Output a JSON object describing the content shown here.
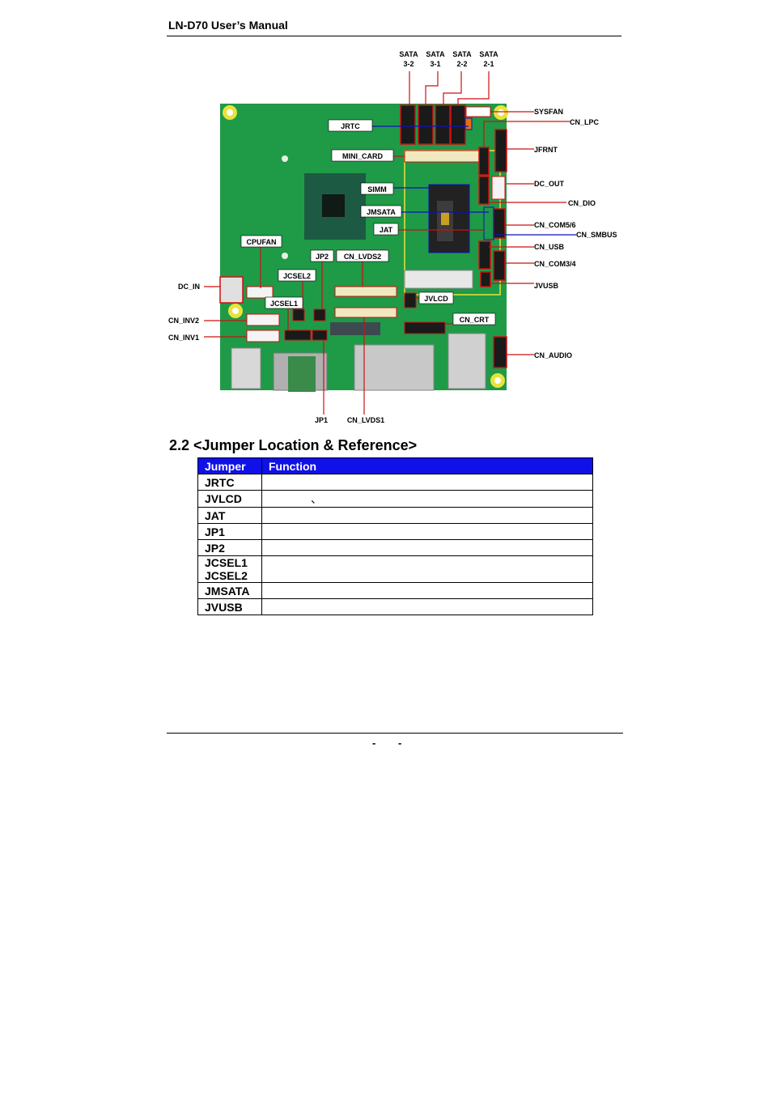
{
  "header": {
    "title": "LN-D70 User’s Manual"
  },
  "figure": {
    "top_labels": [
      {
        "line1": "SATA",
        "line2": "3-2"
      },
      {
        "line1": "SATA",
        "line2": "3-1"
      },
      {
        "line1": "SATA",
        "line2": "2-2"
      },
      {
        "line1": "SATA",
        "line2": "2-1"
      }
    ],
    "callouts": {
      "jrtc": "JRTC",
      "mini_card": "MINI_CARD",
      "simm": "SIMM",
      "jmsata": "JMSATA",
      "jat": "JAT",
      "cpufan": "CPUFAN",
      "jp2": "JP2",
      "cn_lvds2": "CN_LVDS2",
      "jcsel2": "JCSEL2",
      "jcsel1": "JCSEL1",
      "jvlcd": "JVLCD",
      "cn_crt": "CN_CRT",
      "sysfan": "SYSFAN",
      "cn_lpc": "CN_LPC",
      "jfrnt": "JFRNT",
      "dc_out": "DC_OUT",
      "cn_dio": "CN_DIO",
      "cn_com56": "CN_COM5/6",
      "cn_smbus": "CN_SMBUS",
      "cn_usb": "CN_USB",
      "cn_com34": "CN_COM3/4",
      "jvusb": "JVUSB",
      "cn_audio": "CN_AUDIO",
      "dc_in": "DC_IN",
      "cn_inv2": "CN_INV2",
      "cn_inv1": "CN_INV1",
      "jp1": "JP1",
      "cn_lvds1": "CN_LVDS1"
    }
  },
  "section": {
    "title": "2.2 <Jumper Location & Reference>"
  },
  "table": {
    "headers": [
      "Jumper",
      "Function"
    ],
    "rows": [
      {
        "jumper": "JRTC",
        "function": ""
      },
      {
        "jumper": "JVLCD",
        "function": "、"
      },
      {
        "jumper": "JAT",
        "function": ""
      },
      {
        "jumper": "JP1",
        "function": ""
      },
      {
        "jumper": "JP2",
        "function": ""
      },
      {
        "jumper": "JCSEL1",
        "jumper2": "JCSEL2",
        "function": ""
      },
      {
        "jumper": "JMSATA",
        "function": ""
      },
      {
        "jumper": "JVUSB",
        "function": ""
      }
    ]
  },
  "footer": {
    "page": "- -"
  },
  "colors": {
    "board": "#1f9a47",
    "callout_line": "#cc1111",
    "blue_line": "#1010c0",
    "header_bg": "#1010e8"
  }
}
